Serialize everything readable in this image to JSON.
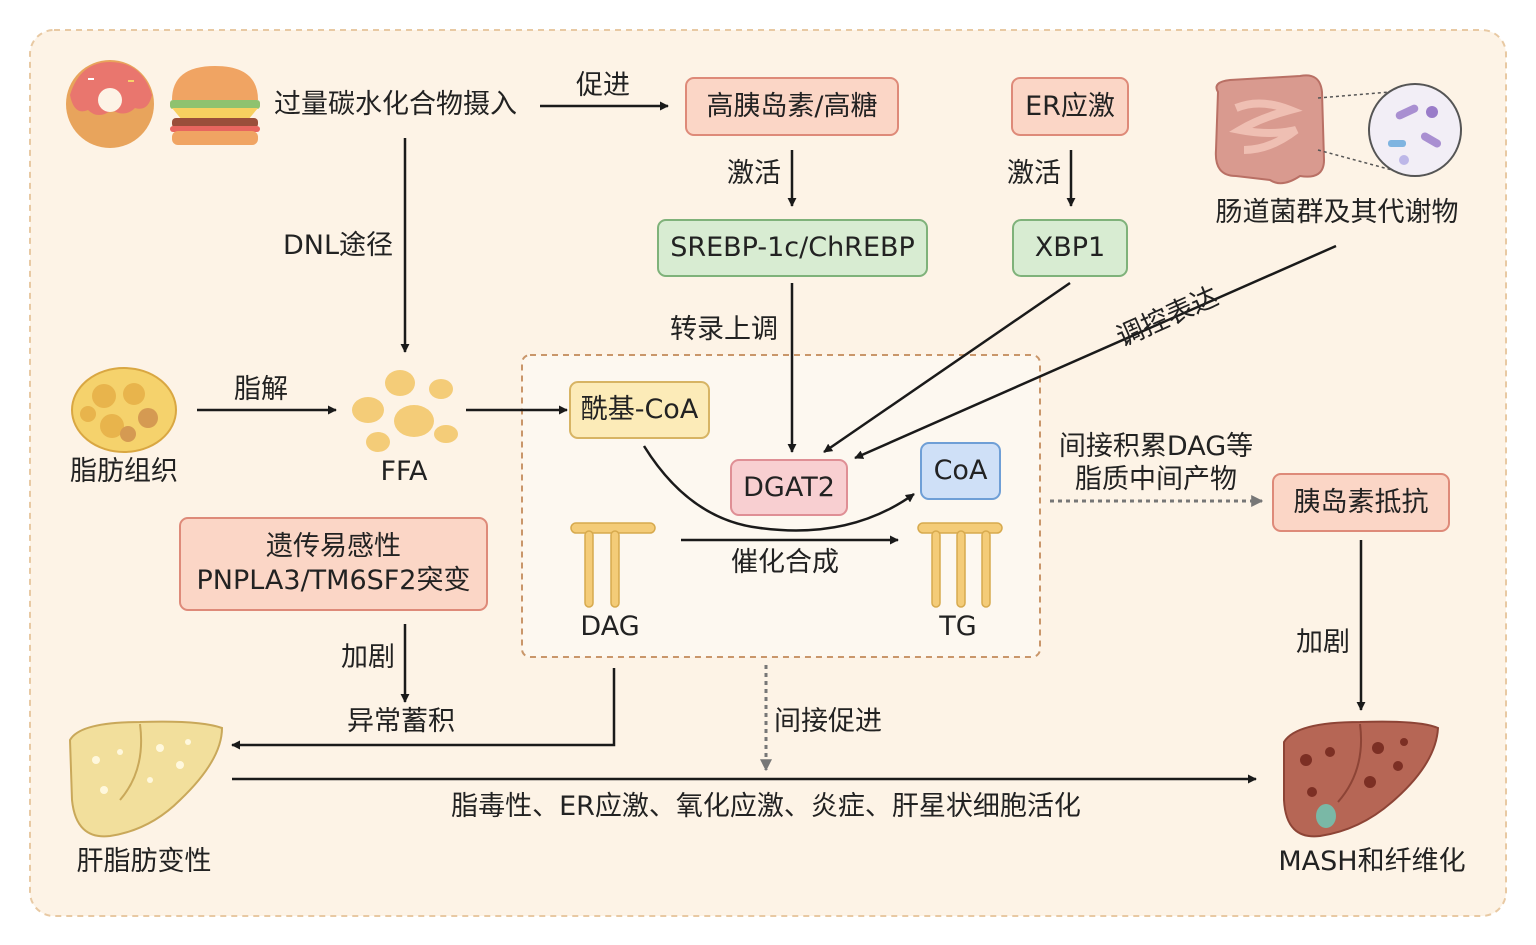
{
  "labels": {
    "food_intake": "过量碳水化合物摄入",
    "promote": "促进",
    "activate_left": "激活",
    "activate_right": "激活",
    "dnl": "DNL途径",
    "transcription": "转录上调",
    "lipolysis": "脂解",
    "adipose": "脂肪组织",
    "ffa": "FFA",
    "gut": "肠道菌群及其代谢物",
    "regulate": "调控表达",
    "dag": "DAG",
    "tg": "TG",
    "catalyze": "催化合成",
    "dag_accumulation_line1": "间接积累DAG等",
    "dag_accumulation_line2": "脂质中间产物",
    "aggravate_left": "加剧",
    "aggravate_right": "加剧",
    "abnormal_accumulation": "异常蓄积",
    "indirect_promote": "间接促进",
    "bottom_mechanisms": "脂毒性、ER应激、氧化应激、炎症、肝星状细胞活化",
    "fatty_liver": "肝脂肪变性",
    "mash": "MASH和纤维化"
  },
  "boxes": {
    "hyperinsulin": "高胰岛素/高糖",
    "er_stress": "ER应激",
    "srebp": "SREBP-1c/ChREBP",
    "xbp1": "XBP1",
    "acyl_coa": "酰基-CoA",
    "dgat2": "DGAT2",
    "coa": "CoA",
    "insulin_resistance": "胰岛素抵抗",
    "genetic_line1": "遗传易感性",
    "genetic_line2": "PNPLA3/TM6SF2突变"
  },
  "colors": {
    "background_panel": "#fdf3e6",
    "panel_border": "#e8c9a3",
    "arrow": "#1a1a1a",
    "dotted_arrow": "#777777"
  },
  "icons": [
    "donut-icon",
    "burger-icon",
    "intestine-icon",
    "microbe-icon",
    "adipose-tissue-icon",
    "ffa-droplets-icon",
    "dag-molecule-icon",
    "tg-molecule-icon",
    "fatty-liver-icon",
    "fibrotic-liver-icon"
  ]
}
